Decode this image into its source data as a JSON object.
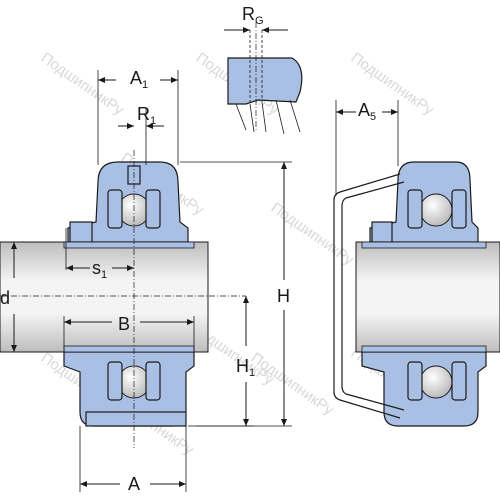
{
  "watermark": "ПодшипникРу",
  "labels": {
    "RG": {
      "main": "R",
      "sub": "G"
    },
    "A1": {
      "main": "A",
      "sub": "1"
    },
    "R1": {
      "main": "R",
      "sub": "1"
    },
    "A5": {
      "main": "A",
      "sub": "5"
    },
    "s1": {
      "main": "s",
      "sub": "1"
    },
    "d": {
      "main": "d",
      "sub": ""
    },
    "B": {
      "main": "B",
      "sub": ""
    },
    "H": {
      "main": "H",
      "sub": ""
    },
    "H1": {
      "main": "H",
      "sub": "1"
    },
    "A": {
      "main": "A",
      "sub": ""
    }
  },
  "colors": {
    "housing": "#a9bfe3",
    "outline": "#1a1a1a",
    "shaft_light": "#f2f2f2",
    "shaft_dark": "#bdbdbd"
  }
}
